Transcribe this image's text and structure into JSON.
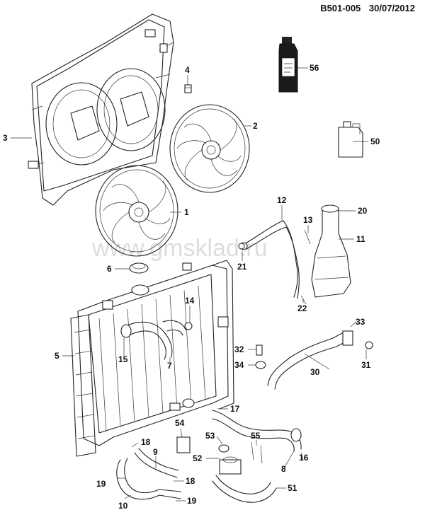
{
  "header": {
    "code": "B501-005",
    "date": "30/07/2012"
  },
  "watermark": "www.gmsklad.ru",
  "callouts": [
    {
      "id": "c1",
      "label": "1"
    },
    {
      "id": "c2",
      "label": "2"
    },
    {
      "id": "c3",
      "label": "3"
    },
    {
      "id": "c4",
      "label": "4"
    },
    {
      "id": "c5",
      "label": "5"
    },
    {
      "id": "c6",
      "label": "6"
    },
    {
      "id": "c7",
      "label": "7"
    },
    {
      "id": "c8",
      "label": "8"
    },
    {
      "id": "c9",
      "label": "9"
    },
    {
      "id": "c10",
      "label": "10"
    },
    {
      "id": "c11",
      "label": "11"
    },
    {
      "id": "c12",
      "label": "12"
    },
    {
      "id": "c13",
      "label": "13"
    },
    {
      "id": "c14",
      "label": "14"
    },
    {
      "id": "c15",
      "label": "15"
    },
    {
      "id": "c16",
      "label": "16"
    },
    {
      "id": "c17",
      "label": "17"
    },
    {
      "id": "c18a",
      "label": "18"
    },
    {
      "id": "c18b",
      "label": "18"
    },
    {
      "id": "c19a",
      "label": "19"
    },
    {
      "id": "c19b",
      "label": "19"
    },
    {
      "id": "c20",
      "label": "20"
    },
    {
      "id": "c21",
      "label": "21"
    },
    {
      "id": "c22",
      "label": "22"
    },
    {
      "id": "c30",
      "label": "30"
    },
    {
      "id": "c31",
      "label": "31"
    },
    {
      "id": "c32",
      "label": "32"
    },
    {
      "id": "c33",
      "label": "33"
    },
    {
      "id": "c34",
      "label": "34"
    },
    {
      "id": "c50",
      "label": "50"
    },
    {
      "id": "c51",
      "label": "51"
    },
    {
      "id": "c52",
      "label": "52"
    },
    {
      "id": "c53",
      "label": "53"
    },
    {
      "id": "c54",
      "label": "54"
    },
    {
      "id": "c55",
      "label": "55"
    },
    {
      "id": "c56",
      "label": "56"
    }
  ]
}
